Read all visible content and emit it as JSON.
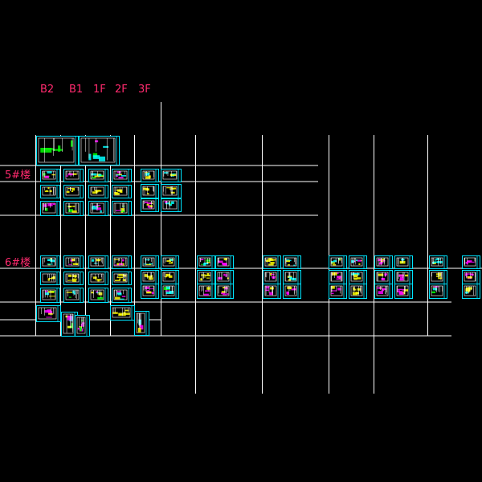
{
  "colors": {
    "background": "#000000",
    "grid_line": "#ffffff",
    "sheet_frame": "#00e5ff",
    "label": "#ff2a6e",
    "hatch_magenta": "#ff00ff",
    "hatch_cyan": "#00ffff",
    "hatch_green": "#00ff00",
    "hatch_yellow": "#ffff00"
  },
  "floor_labels": [
    "B2",
    "B1",
    "1F",
    "2F",
    "3F"
  ],
  "building_labels": [
    "5#楼",
    "6#楼"
  ]
}
